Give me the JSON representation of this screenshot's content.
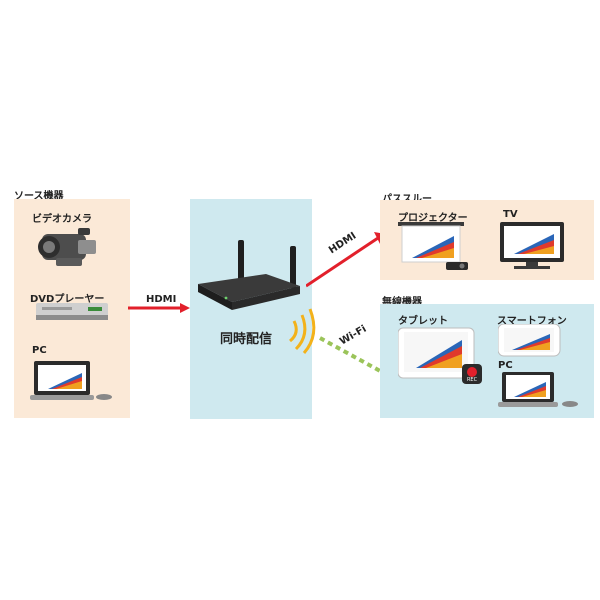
{
  "sources": {
    "title": "ソース機器",
    "video_camera": "ビデオカメラ",
    "dvd_player": "DVDプレーヤー",
    "pc": "PC"
  },
  "hub": {
    "label": "同時配信"
  },
  "links": {
    "hdmi_in": "HDMI",
    "hdmi_out": "HDMI",
    "wifi": "Wi-Fi"
  },
  "passthrough": {
    "title": "パススルー",
    "projector": "プロジェクター",
    "tv": "TV"
  },
  "wireless": {
    "title": "無線機器",
    "tablet": "タブレット",
    "smartphone": "スマートフォン",
    "pc": "PC",
    "rec_badge": "REC"
  },
  "colors": {
    "source_panel": "#fbe9d7",
    "hub_panel": "#cfe9ef",
    "hdmi_arrow": "#e2202b",
    "wifi_waves": "#f3b21b"
  }
}
